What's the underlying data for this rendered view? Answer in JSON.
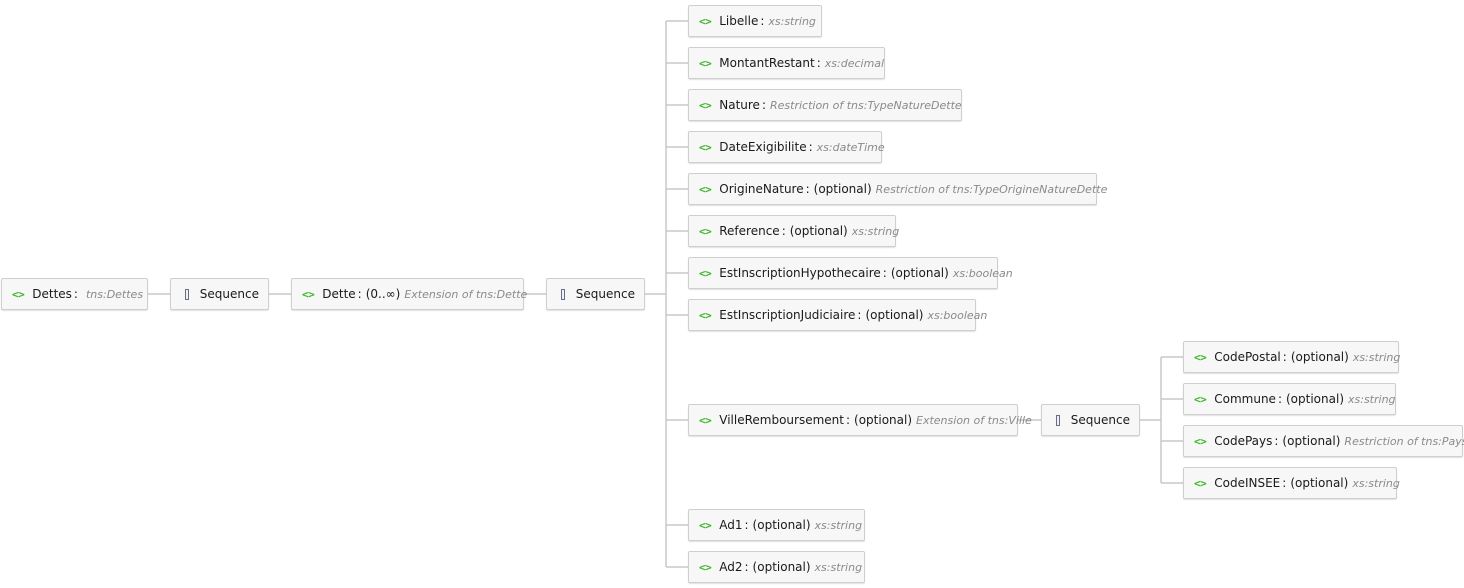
{
  "root": {
    "icon": "<>",
    "name": "Dettes",
    "sep": ":",
    "type": "tns:Dettes"
  },
  "sequence_label": "Sequence",
  "dette": {
    "icon": "<>",
    "name": "Dette",
    "sep": ":",
    "occurs": "(0..∞)",
    "type": "Extension of tns:Dette"
  },
  "elements": [
    {
      "icon": "<>",
      "name": "Libelle",
      "sep": ":",
      "optional": "",
      "type": "xs:string"
    },
    {
      "icon": "<>",
      "name": "MontantRestant",
      "sep": ":",
      "optional": "",
      "type": "xs:decimal"
    },
    {
      "icon": "<>",
      "name": "Nature",
      "sep": ":",
      "optional": "",
      "type": "Restriction of tns:TypeNatureDette"
    },
    {
      "icon": "<>",
      "name": "DateExigibilite",
      "sep": ":",
      "optional": "",
      "type": "xs:dateTime"
    },
    {
      "icon": "<>",
      "name": "OrigineNature",
      "sep": ":",
      "optional": "(optional)",
      "type": "Restriction of tns:TypeOrigineNatureDette"
    },
    {
      "icon": "<>",
      "name": "Reference",
      "sep": ":",
      "optional": "(optional)",
      "type": "xs:string"
    },
    {
      "icon": "<>",
      "name": "EstInscriptionHypothecaire",
      "sep": ":",
      "optional": "(optional)",
      "type": "xs:boolean"
    },
    {
      "icon": "<>",
      "name": "EstInscriptionJudiciaire",
      "sep": ":",
      "optional": "(optional)",
      "type": "xs:boolean"
    },
    {
      "icon": "<>",
      "name": "VilleRemboursement",
      "sep": ":",
      "optional": "(optional)",
      "type": "Extension of tns:Ville"
    },
    {
      "icon": "<>",
      "name": "Ad1",
      "sep": ":",
      "optional": "(optional)",
      "type": "xs:string"
    },
    {
      "icon": "<>",
      "name": "Ad2",
      "sep": ":",
      "optional": "(optional)",
      "type": "xs:string"
    }
  ],
  "ville_elements": [
    {
      "icon": "<>",
      "name": "CodePostal",
      "sep": ":",
      "optional": "(optional)",
      "type": "xs:string"
    },
    {
      "icon": "<>",
      "name": "Commune",
      "sep": ":",
      "optional": "(optional)",
      "type": "xs:string"
    },
    {
      "icon": "<>",
      "name": "CodePays",
      "sep": ":",
      "optional": "(optional)",
      "type": "Restriction of tns:Pays"
    },
    {
      "icon": "<>",
      "name": "CodeINSEE",
      "sep": ":",
      "optional": "(optional)",
      "type": "xs:string"
    }
  ],
  "colors": {
    "element_icon": "#3cb528",
    "type_text": "#8a8a8a",
    "connector": "#c8c8c8",
    "node_border": "#cfcfcf"
  },
  "icons": {
    "element": "element-angle-brackets-icon",
    "sequence": "sequence-list-icon"
  }
}
